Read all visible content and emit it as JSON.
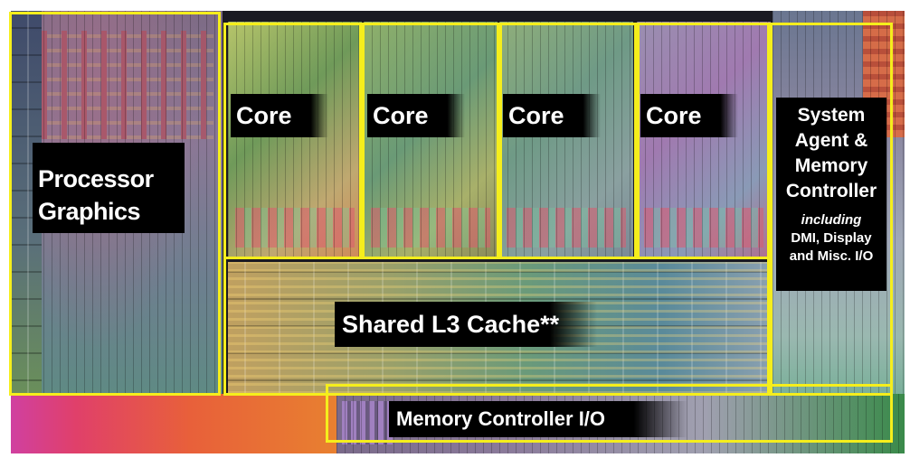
{
  "diagram": {
    "processor_graphics": {
      "line1": "Processor",
      "line2": "Graphics"
    },
    "cores": [
      {
        "label": "Core"
      },
      {
        "label": "Core"
      },
      {
        "label": "Core"
      },
      {
        "label": "Core"
      }
    ],
    "system_agent": {
      "line1": "System",
      "line2": "Agent &",
      "line3": "Memory",
      "line4": "Controller",
      "sub1": "including",
      "sub2": "DMI, Display",
      "sub3": "and Misc. I/O"
    },
    "l3_cache": {
      "label": "Shared L3 Cache**"
    },
    "memory_io": {
      "label": "Memory Controller I/O"
    }
  },
  "colors": {
    "outline": "#f5ee1c",
    "label_bg": "#000000",
    "label_text": "#ffffff"
  }
}
